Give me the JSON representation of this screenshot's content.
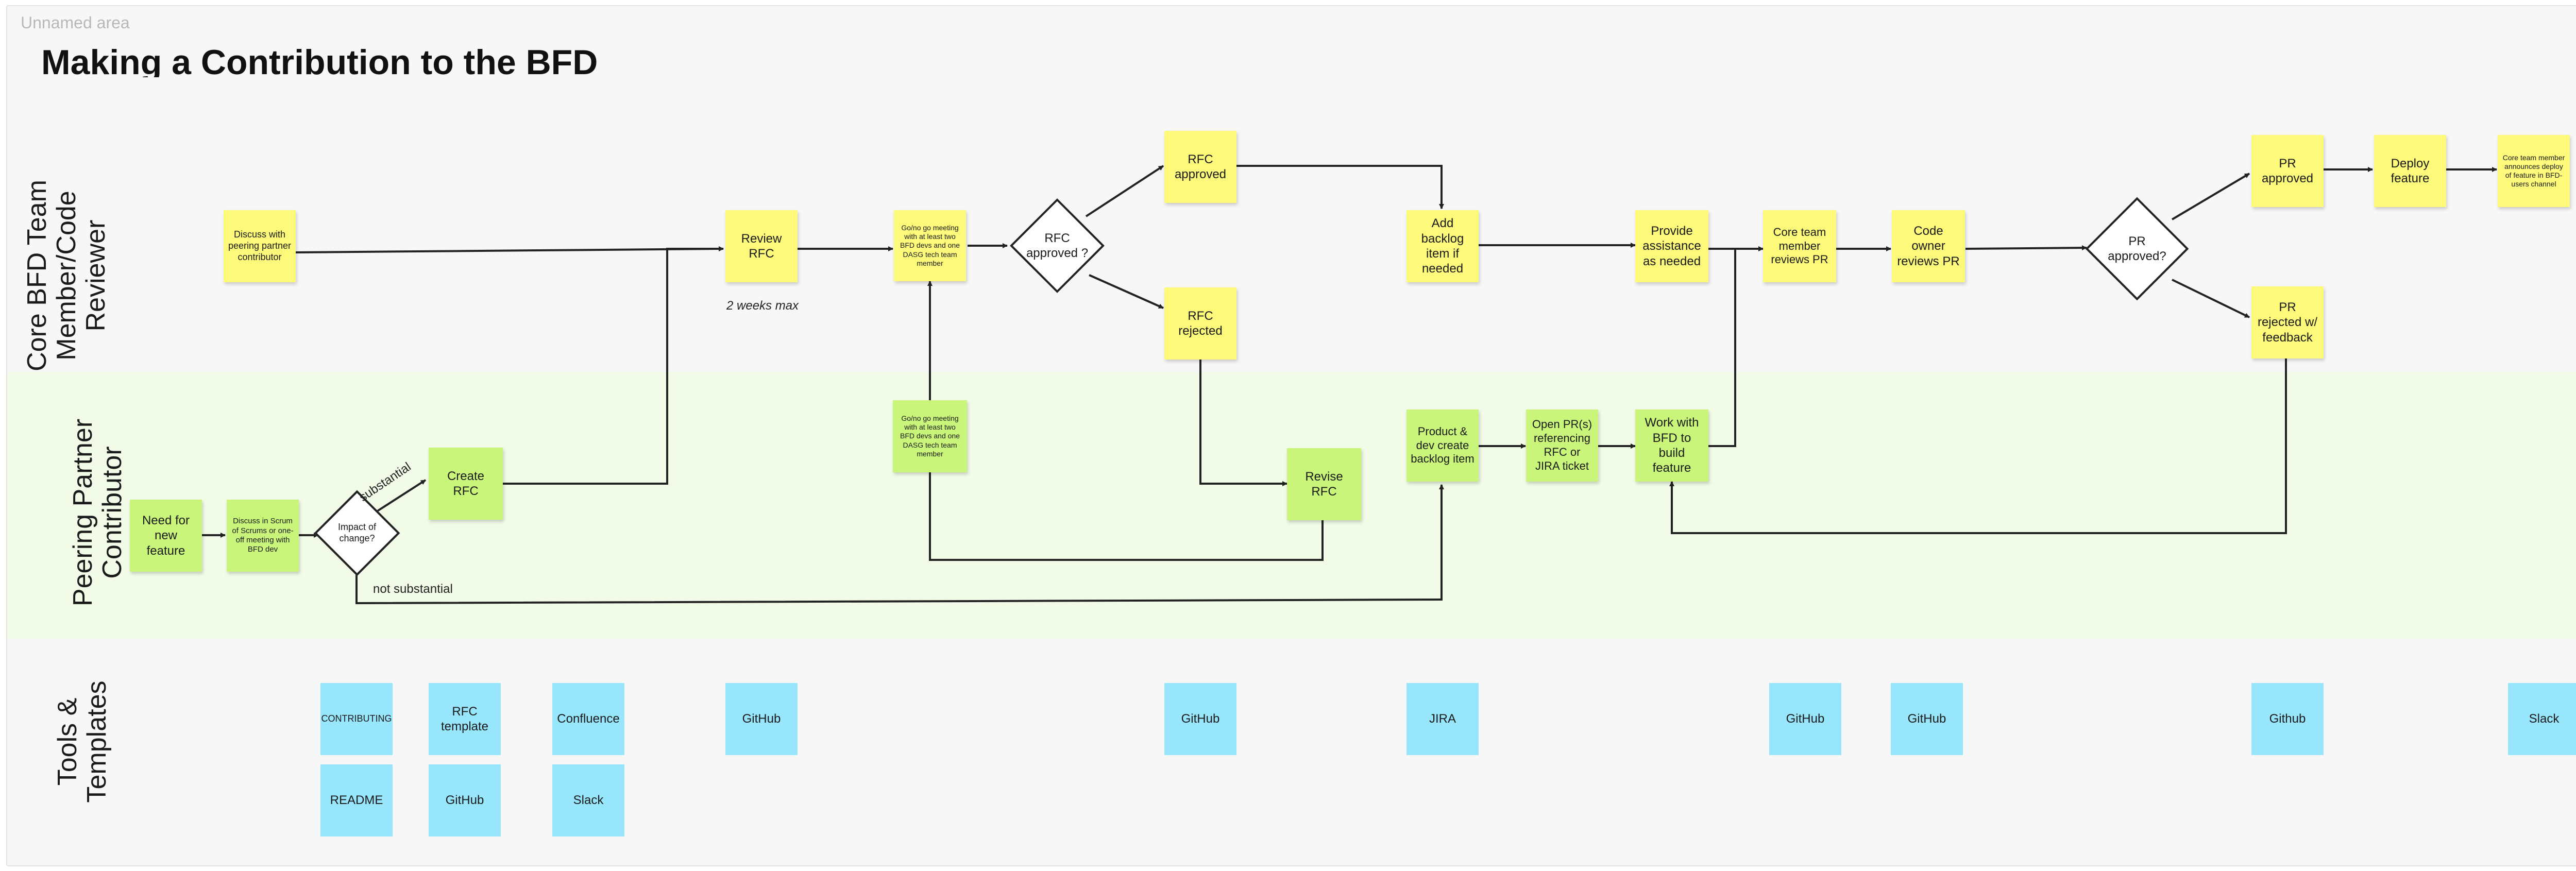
{
  "area_label": "Unnamed area",
  "title": "Making a Contribution to the BFD",
  "lanes": {
    "core": "Core BFD Team\nMember/Code\nReviewer",
    "peer": "Peering Partner\nContributor",
    "tools": "Tools &\nTemplates"
  },
  "colors": {
    "yellow_note": "#fdf97a",
    "green_note": "#c8f57a",
    "blue_note": "#98e6fb",
    "peer_lane": "#f1fbe8",
    "connector": "#222222"
  },
  "steps": {
    "need_feature": "Need for new feature",
    "discuss_scrum": "Discuss in Scrum of Scrums or one-off meeting with BFD dev",
    "impact_decision": "Impact of change?",
    "create_rfc": "Create RFC",
    "discuss_peering": "Discuss with peering partner contributor",
    "review_rfc": "Review RFC",
    "gono_core": "Go/no go meeting with at least two BFD devs and one DASG tech team member",
    "gono_peer": "Go/no go meeting with at least two BFD devs and one DASG tech team member",
    "rfc_decision": "RFC approved ?",
    "rfc_approved": "RFC approved",
    "rfc_rejected": "RFC rejected",
    "revise_rfc": "Revise RFC",
    "add_backlog": "Add backlog item if needed",
    "product_dev_backlog": "Product & dev create backlog item",
    "open_pr": "Open PR(s) referencing RFC or JIRA ticket",
    "provide_assistance": "Provide assistance as needed",
    "work_with_bfd": "Work with BFD to build feature",
    "core_review_pr": "Core team member reviews PR",
    "code_owner_review": "Code owner reviews PR",
    "pr_decision": "PR approved?",
    "pr_approved": "PR approved",
    "pr_rejected": "PR rejected w/ feedback",
    "deploy_feature": "Deploy feature",
    "announce_deploy": "Core team member announces deploy of feature in BFD-users channel"
  },
  "annotations": {
    "substantial": "substantial",
    "not_substantial": "not substantial",
    "two_weeks": "2 weeks max"
  },
  "tools": {
    "contributing": "CONTRIBUTING",
    "readme": "README",
    "rfc_template": "RFC template",
    "github_a": "GitHub",
    "confluence": "Confluence",
    "slack_a": "Slack",
    "github_review": "GitHub",
    "github_rfc": "GitHub",
    "jira": "JIRA",
    "github_core_pr": "GitHub",
    "github_owner_pr": "GitHub",
    "github_approved": "Github",
    "slack_announce": "Slack"
  }
}
